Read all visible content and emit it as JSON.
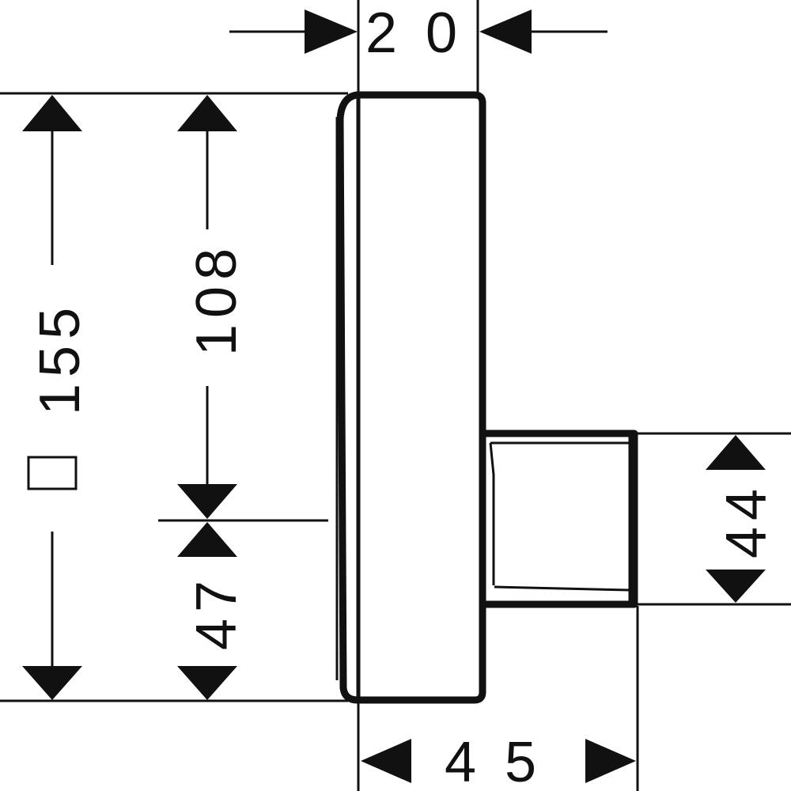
{
  "drawing": {
    "stroke_color": "#111111",
    "background_color": "#ffffff"
  },
  "dimensions": {
    "depth_front": "2 0",
    "overall_height": "155",
    "upper_height": "108",
    "lower_height": "47",
    "outlet_height": "44",
    "overall_depth": "4 5",
    "square_symbol": "□"
  }
}
